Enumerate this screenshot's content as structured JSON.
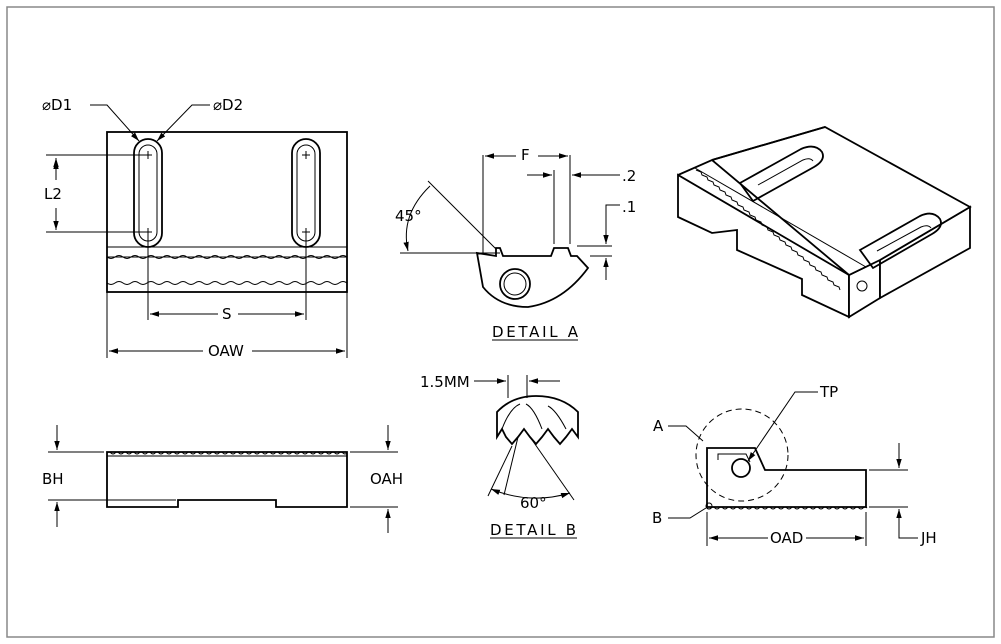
{
  "labels": {
    "d1": "⌀D1",
    "d2": "⌀D2",
    "l2": "L2",
    "s": "S",
    "oaw": "OAW",
    "bh": "BH",
    "oah": "OAH",
    "f": "F",
    "dim_2": ".2",
    "dim_1": ".1",
    "angle45": "45°",
    "detail_a": "DETAIL A",
    "mm15": "1.5MM",
    "angle60": "60°",
    "detail_b": "DETAIL B",
    "tp": "TP",
    "a": "A",
    "b": "B",
    "oad": "OAD",
    "jh": "JH"
  },
  "colors": {
    "line": "#000000",
    "frame": "#888888",
    "background": "#ffffff"
  }
}
